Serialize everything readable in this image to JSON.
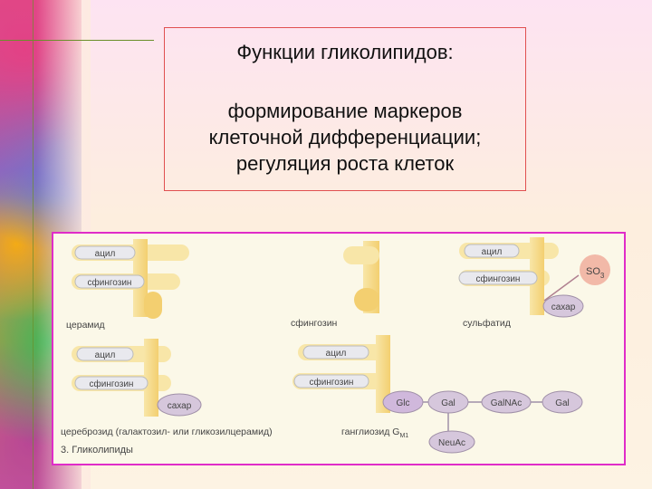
{
  "slide": {
    "title": "Функции гликолипидов:",
    "bullets": [
      "формирование маркеров",
      "клеточной дифференциации;",
      "регуляция роста клеток"
    ]
  },
  "figure": {
    "ceramide": {
      "acyl": "ацил",
      "sphingosine": "сфингозин",
      "caption": "церамид"
    },
    "sphingosine_only": {
      "caption": "сфингозин"
    },
    "sulfatide": {
      "acyl": "ацил",
      "sphingosine": "сфингозин",
      "sugar": "сахар",
      "so3": "SO",
      "so3_sub": "3",
      "caption": "сульфатид"
    },
    "cerebroside": {
      "acyl": "ацил",
      "sphingosine": "сфингозин",
      "sugar": "сахар",
      "caption": "цереброзид (галактозил- или гликозилцерамид)"
    },
    "ganglioside": {
      "acyl": "ацил",
      "sphingosine": "сфингозин",
      "chain": [
        "Glc",
        "Gal",
        "GalNAc",
        "Gal"
      ],
      "branch": "NeuAc",
      "caption": "ганглиозид G",
      "caption_sub": "M1"
    },
    "figure_caption": "3. Гликолипиды"
  },
  "colors": {
    "backbone": "#f6d98a",
    "pill": "#e9e9ee",
    "sugar": "#d6c7dc",
    "glc": "#d0b8dc",
    "border": "#e02cc8",
    "title_border": "#e05050"
  }
}
